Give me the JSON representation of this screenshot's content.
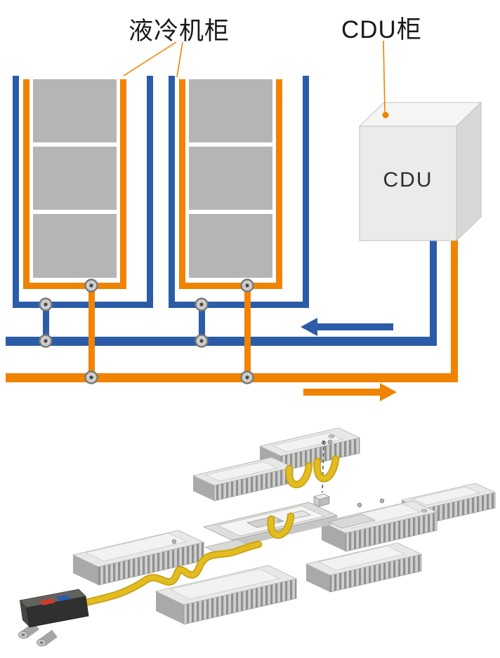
{
  "labels": {
    "cooling_cabinet": "液冷机柜",
    "cdu_cabinet": "CDU柜",
    "cdu_box": "CDU"
  },
  "colors": {
    "pipe_blue": "#2b5ca8",
    "pipe_orange": "#f08300",
    "rack_gray": "#b5b5b5",
    "hose_yellow": "#e3bd1f"
  },
  "flow": {
    "blue_arrow_direction": "left",
    "orange_arrow_direction": "right"
  }
}
